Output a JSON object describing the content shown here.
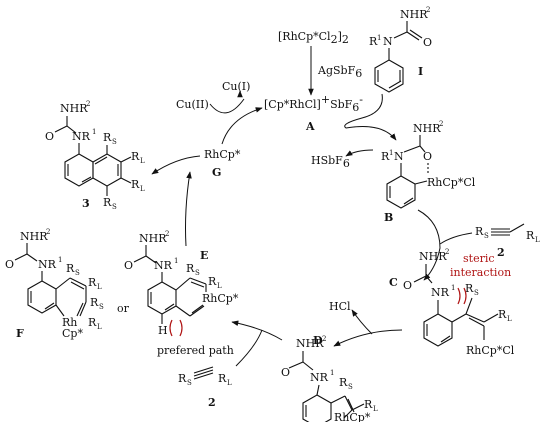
{
  "reagents": {
    "catalyst_dimer_main": "[RhCp*Cl",
    "catalyst_dimer_sub": "2",
    "catalyst_dimer_end": "]",
    "catalyst_dimer_sub2": "2",
    "activator_main": "AgSbF",
    "activator_sub": "6",
    "active_main": "[Cp*RhCl]",
    "active_sup": "+",
    "active_mid": "SbF",
    "active_sub": "6",
    "active_sup2": "-",
    "oxidant_in": "Cu(II)",
    "oxidant_out": "Cu(I)",
    "acid_main": "HSbF",
    "acid_sub": "6",
    "hcl": "HCl",
    "rh_g": "RhCp*"
  },
  "labels": {
    "A": "A",
    "B": "B",
    "C": "C",
    "D": "D",
    "E": "E",
    "F": "F",
    "G": "G",
    "I": "I",
    "n2a": "2",
    "n2b": "2",
    "n3": "3",
    "or": "or",
    "steric_1": "steric",
    "steric_2": "interaction",
    "prefered": "prefered path"
  },
  "groups": {
    "NHR": "NHR",
    "sup2": "2",
    "NR": "NR",
    "sup1": "1",
    "R": "R",
    "N": "N",
    "O": "O",
    "H": "H",
    "RS": "R",
    "RL": "R",
    "subS": "S",
    "subL": "L",
    "RhCpCl": "RhCp*Cl",
    "RhCp": "RhCp*",
    "Rh": "Rh",
    "Cp": "Cp*"
  },
  "colors": {
    "ink": "#111111",
    "steric": "#b01515"
  }
}
